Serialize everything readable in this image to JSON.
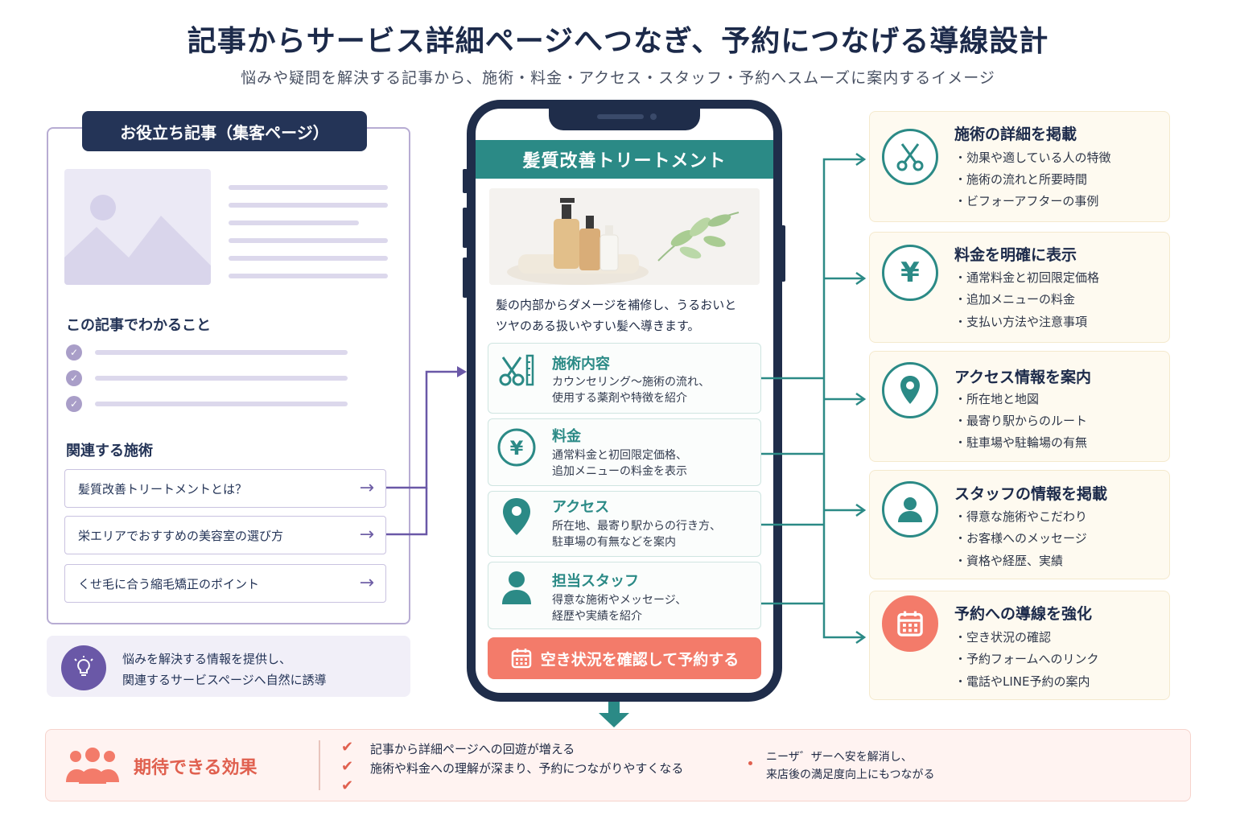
{
  "header": {
    "title": "記事からサービス詳細ページへつなぎ、予約につなげる導線設計",
    "subtitle": "悩みや疑問を解決する記事から、施術・料金・アクセス・スタッフ・予約へスムーズに案内するイメージ"
  },
  "article": {
    "tag": "お役立ち記事（集客ページ）",
    "learn_title": "この記事でわかること",
    "related_title": "関連する施術",
    "related_items": [
      "髪質改善トリートメントとは？",
      "栄エリアでおすすめの美容室の選び方",
      "くせ毛に合う縮毛矯正のポイント"
    ],
    "tip_line1": "悩みを解決する情報を提供し、",
    "tip_line2": "関連するサービスページへ自然に誘導"
  },
  "phone": {
    "header": "髪質改善トリートメント",
    "desc_line1": "髪の内部からダメージを補修し、うるおいと",
    "desc_line2": "ツヤのある扱いやすい髪へ導きます。",
    "services": [
      {
        "title": "施術内容",
        "line1": "カウンセリング～施術の流れ、",
        "line2": "使用する薬剤や特徴を紹介",
        "icon": "scissors-comb-icon"
      },
      {
        "title": "料金",
        "line1": "通常料金と初回限定価格、",
        "line2": "追加メニューの料金を表示",
        "icon": "yen-icon"
      },
      {
        "title": "アクセス",
        "line1": "所在地、最寄り駅からの行き方、",
        "line2": "駐車場の有無などを案内",
        "icon": "map-pin-icon"
      },
      {
        "title": "担当スタッフ",
        "line1": "得意な施術やメッセージ、",
        "line2": "経歴や実績を紹介",
        "icon": "person-icon"
      }
    ],
    "cta": "空き状況を確認して予約する"
  },
  "features": [
    {
      "title": "施術の詳細を掲載",
      "items": [
        "・効果や適している人の特徴",
        "・施術の流れと所要時間",
        "・ビフォーアフターの事例"
      ],
      "icon": "scissors-icon"
    },
    {
      "title": "料金を明確に表示",
      "items": [
        "・通常料金と初回限定価格",
        "・追加メニューの料金",
        "・支払い方法や注意事項"
      ],
      "icon": "yen-icon"
    },
    {
      "title": "アクセス情報を案内",
      "items": [
        "・所在地と地図",
        "・最寄り駅からのルート",
        "・駐車場や駐輪場の有無"
      ],
      "icon": "map-pin-icon"
    },
    {
      "title": "スタッフの情報を掲載",
      "items": [
        "・得意な施術やこだわり",
        "・お客様へのメッセージ",
        "・資格や経歴、実績"
      ],
      "icon": "person-icon"
    },
    {
      "title": "予約への導線を強化",
      "items": [
        "・空き状況の確認",
        "・予約フォームへのリンク",
        "・電話やLINE予約の案内"
      ],
      "icon": "calendar-icon"
    }
  ],
  "effect": {
    "title": "期待できる効果",
    "items": [
      "記事から詳細ページへの回遊が増える",
      "施術や料金への理解が深まり、予約につながりやすくなる"
    ],
    "right_line1": "ニーザ゛ザーヘ安を解消し、",
    "right_line2": "来店後の満足度向上にもつながる"
  },
  "colors": {
    "navy": "#1f2d4a",
    "teal": "#2b8a86",
    "purple": "#6a58a7",
    "coral": "#f37b6a"
  }
}
